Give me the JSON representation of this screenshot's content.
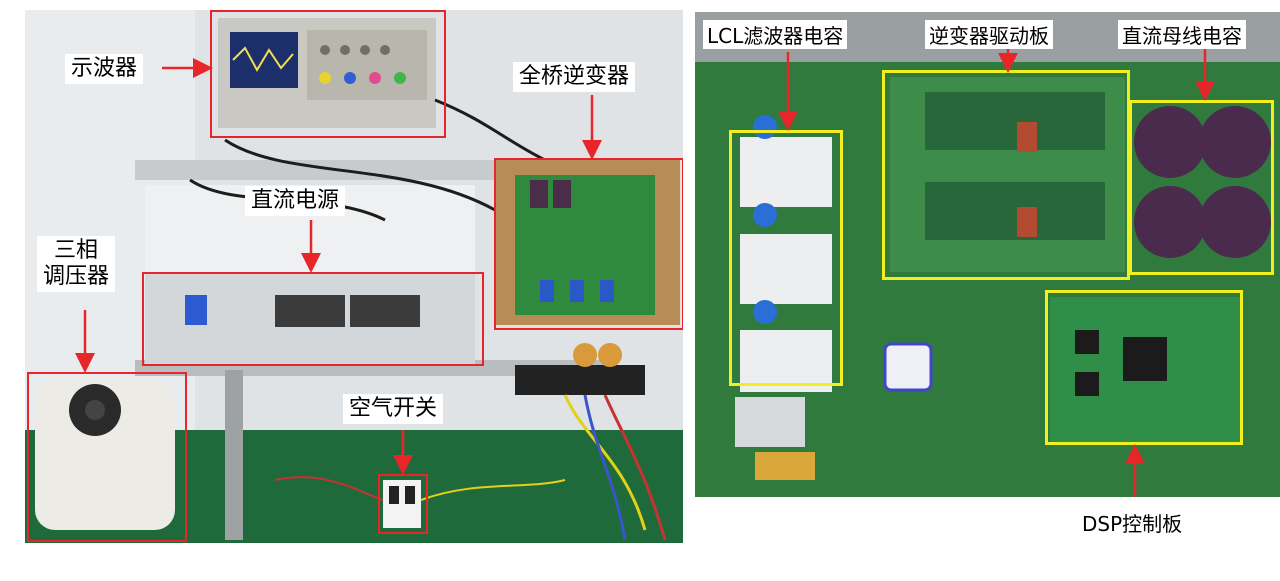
{
  "left_photo": {
    "labels": {
      "oscilloscope": "示波器",
      "dc_power_supply": "直流电源",
      "three_phase_regulator": "三相\n调压器",
      "full_bridge_inverter": "全桥逆变器",
      "air_switch": "空气开关"
    },
    "colors": {
      "box": "#e8262a",
      "background": "#d9dde0"
    }
  },
  "right_photo": {
    "labels": {
      "lcl_filter_capacitor": "LCL滤波器电容",
      "inverter_driver_board": "逆变器驱动板",
      "dc_bus_capacitor": "直流母线电容",
      "dsp_control_board": "DSP控制板"
    },
    "colors": {
      "box": "#f2ef1e",
      "pcb": "#2f7a3c"
    }
  }
}
